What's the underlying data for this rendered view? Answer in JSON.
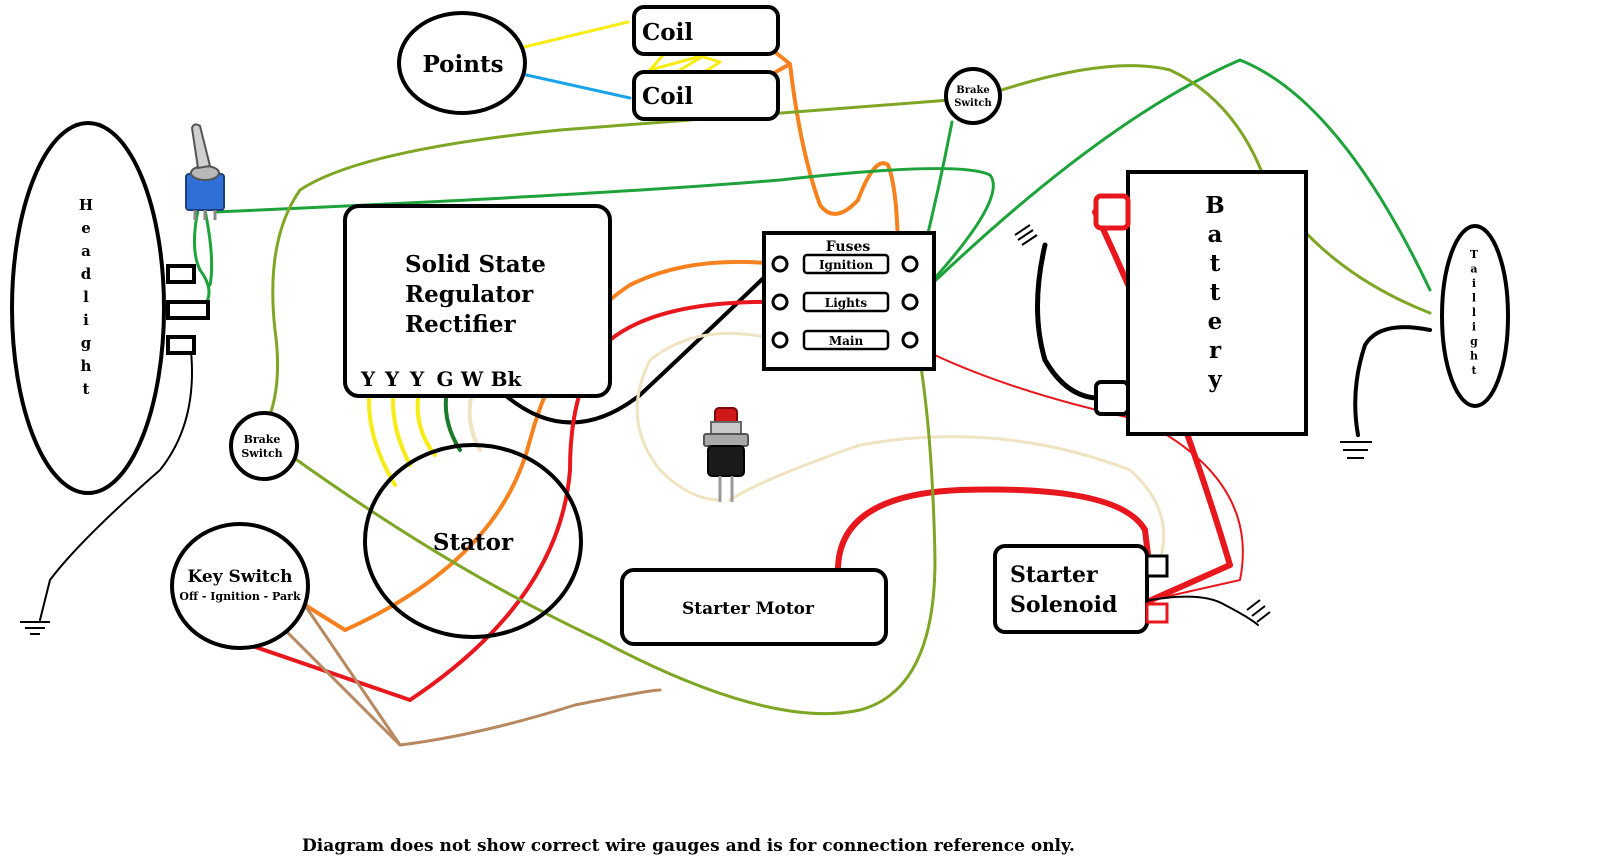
{
  "components": {
    "points": "Points",
    "coil_top": "Coil",
    "coil_bottom": "Coil",
    "brake_switch_top": "Brake Switch",
    "brake_switch_left": "Brake Switch",
    "headlight": "Headlight",
    "taillight": "Taillight",
    "battery": "Battery",
    "regulator_line1": "Solid State",
    "regulator_line2": "Regulator",
    "regulator_line3": "Rectifier",
    "regulator_terminals": [
      "Y",
      "Y",
      "Y",
      "G",
      "W",
      "Bk"
    ],
    "stator": "Stator",
    "key_switch": "Key Switch",
    "key_switch_positions": "Off - Ignition - Park",
    "starter_motor": "Starter Motor",
    "starter_solenoid_line1": "Starter",
    "starter_solenoid_line2": "Solenoid"
  },
  "fuses": {
    "title": "Fuses",
    "items": [
      "Ignition",
      "Lights",
      "Main"
    ]
  },
  "footer_note": "Diagram does not show correct wire gauges and is for connection reference only.",
  "colors": {
    "red": "#e8171d",
    "orange": "#f5821f",
    "yellow": "#f7ec13",
    "blue": "#1aa3e8",
    "green": "#1ea33b",
    "olive": "#7ea624",
    "tan": "#efe3c2",
    "brown": "#b88860",
    "black": "#000000"
  }
}
